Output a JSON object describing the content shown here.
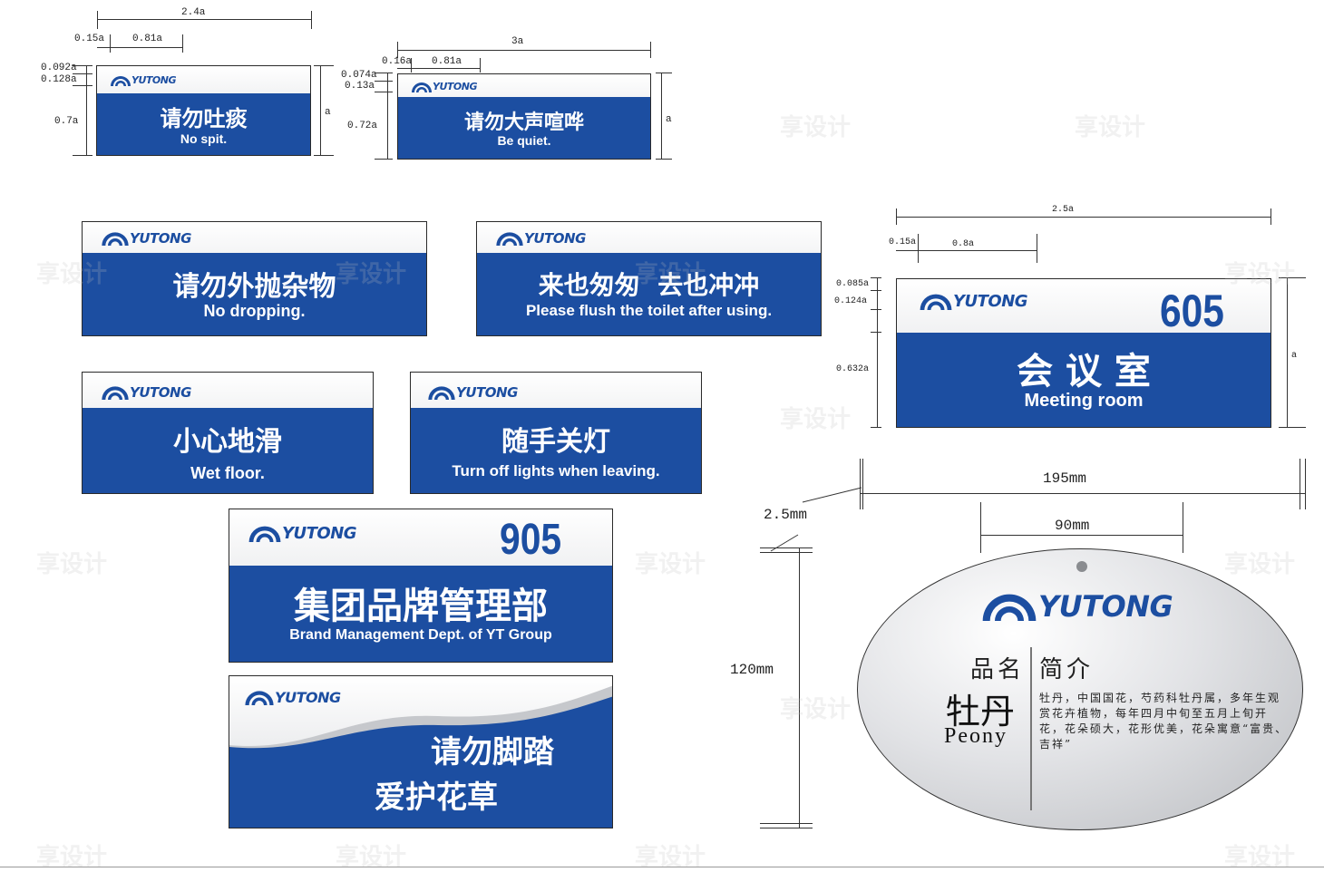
{
  "brand": {
    "logo_text": "YUTONG",
    "blue": "#1c4ea1",
    "silver": "#d6d8dc"
  },
  "signs": {
    "no_spit": {
      "cn": "请勿吐痰",
      "en": "No spit."
    },
    "be_quiet": {
      "cn": "请勿大声喧哗",
      "en": "Be quiet."
    },
    "no_dropping": {
      "cn": "请勿外抛杂物",
      "en": "No dropping."
    },
    "flush": {
      "cn": "来也匆匆  去也冲冲",
      "en": "Please flush the toilet after using."
    },
    "wet_floor": {
      "cn": "小心地滑",
      "en": "Wet floor."
    },
    "lights": {
      "cn": "随手关灯",
      "en": "Turn off lights when leaving."
    },
    "brand_dept": {
      "number": "905",
      "cn": "集团品牌管理部",
      "en": "Brand Management Dept. of YT Group"
    },
    "meeting": {
      "number": "605",
      "cn": "会 议 室",
      "en": "Meeting room"
    },
    "grass": {
      "line1": "请勿脚踏",
      "line2": "爱护花草"
    }
  },
  "plant_tag": {
    "name_label": "品名",
    "intro_label": "简介",
    "name_cn": "牡丹",
    "name_en": "Peony",
    "intro_text": "牡丹，中国国花，芍药科牡丹属，多年生观赏花卉植物，每年四月中旬至五月上旬开花，花朵硕大，花形优美，花朵寓意“富贵、吉祥”"
  },
  "dimensions": {
    "s1_width": "2.4a",
    "s1_margin": "0.15a",
    "s1_logo": "0.81a",
    "s1_top": "0.092a",
    "s1_head": "0.128a",
    "s1_band": "0.7a",
    "s1_height": "a",
    "s2_width": "3a",
    "s2_margin": "0.16a",
    "s2_logo": "0.81a",
    "s2_top": "0.074a",
    "s2_head": "0.13a",
    "s2_band": "0.72a",
    "s2_height": "a",
    "s3_width": "2.5a",
    "s3_margin": "0.15a",
    "s3_logo": "0.8a",
    "s3_top": "0.085a",
    "s3_head": "0.124a",
    "s3_band": "0.632a",
    "s3_height": "a",
    "tag_width": "195mm",
    "tag_inner": "90mm",
    "tag_thickness": "2.5mm",
    "tag_height": "120mm"
  },
  "watermark": "享设计"
}
